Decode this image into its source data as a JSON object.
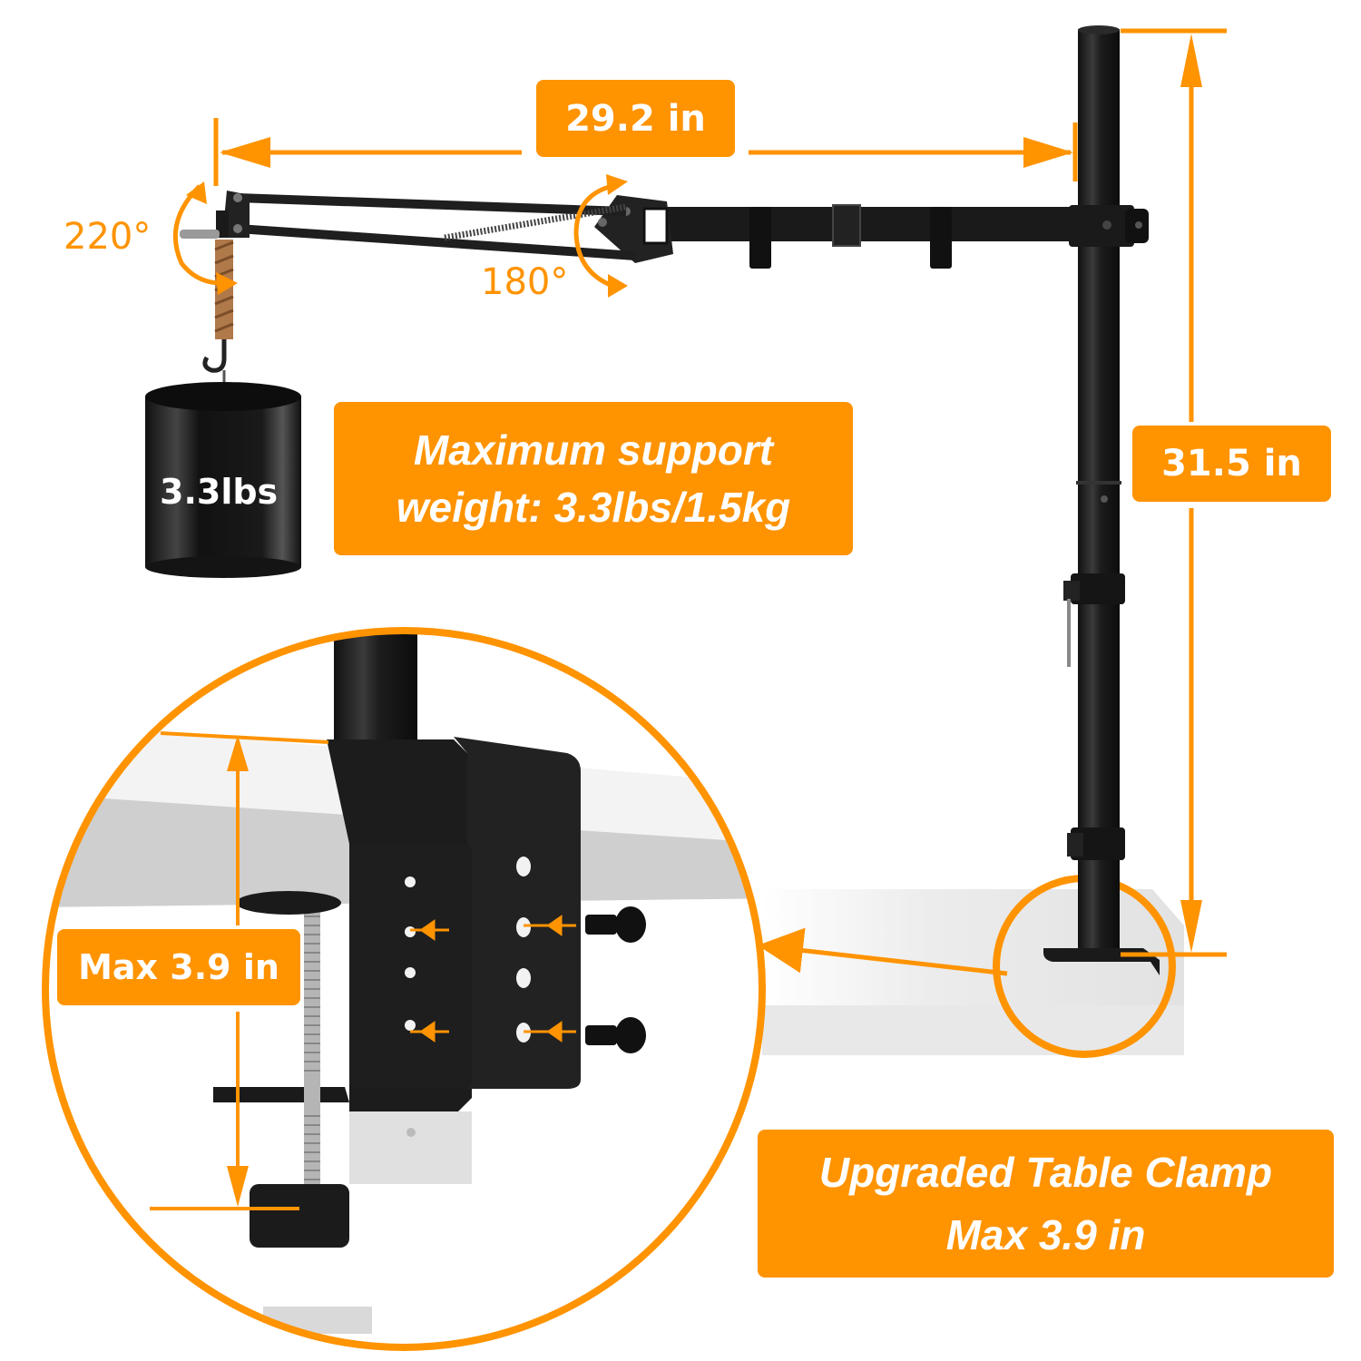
{
  "colors": {
    "accent": "#ff9300",
    "product": "#1a1a1a",
    "desk": "#e6e6e6",
    "text_on_accent": "#ffffff"
  },
  "dimensions": {
    "arm_length": "29.2 in",
    "pole_height": "31.5 in",
    "clamp_max": "Max 3.9 in"
  },
  "angles": {
    "tilt": "220°",
    "rotate": "180°"
  },
  "weight": {
    "cylinder_label": "3.3lbs",
    "support_line1": "Maximum support",
    "support_line2": "weight: 3.3lbs/1.5kg"
  },
  "clamp_callout": {
    "line1": "Upgraded Table Clamp",
    "line2": "Max 3.9 in"
  }
}
